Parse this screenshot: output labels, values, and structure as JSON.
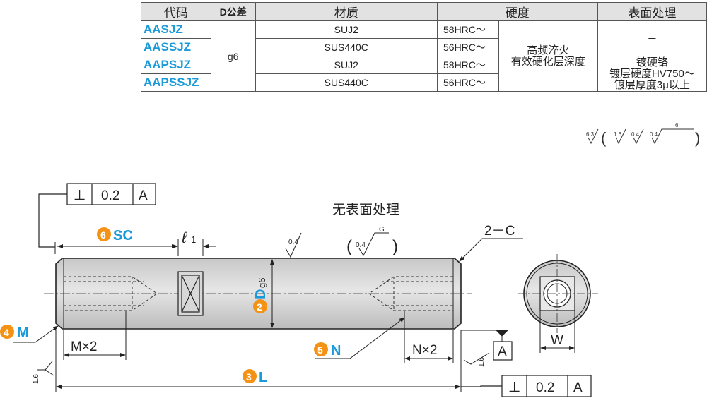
{
  "table": {
    "headers": [
      "代码",
      "D公差",
      "材质",
      "硬度",
      "表面处理"
    ],
    "rows": [
      {
        "code": "AASJZ",
        "material": "SUJ2",
        "hardness": "58HRC～"
      },
      {
        "code": "AASSJZ",
        "material": "SUS440C",
        "hardness": "56HRC～"
      },
      {
        "code": "AAPSJZ",
        "material": "SUJ2",
        "hardness": "58HRC～"
      },
      {
        "code": "AAPSSJZ",
        "material": "SUS440C",
        "hardness": "56HRC～"
      }
    ],
    "tolerance": "g6",
    "hardening_line1": "高频淬火",
    "hardening_line2": "有效硬化层深度",
    "surface_none": "－",
    "plating_line1": "镀硬铬",
    "plating_line2": "镀层硬度HV750～",
    "plating_line3": "镀层厚度3μ以上"
  },
  "roughness": {
    "main": "6.3",
    "paren_a": "1.6",
    "paren_b": "0.4",
    "paren_c": "0.4",
    "paren_c_note": "6",
    "open_paren": "(",
    "close_paren": ")"
  },
  "drawing": {
    "perp_symbol": "⊥",
    "perp_value": "0.2",
    "datum": "A",
    "no_surface_treatment": "无表面处理",
    "chamfer_note": "2－C",
    "roughness_top": "0.4",
    "roughness_paren_value": "0.4",
    "roughness_paren_note": "G",
    "roughness_left": "1.6",
    "roughness_right": "1.6",
    "sc_num": "6",
    "sc_label": "SC",
    "l1_label": "ℓ",
    "l1_sub": "1",
    "d_num": "2",
    "d_label": "D",
    "d_sub": "g6",
    "m_num": "4",
    "m_label": "M",
    "n_num": "5",
    "n_label": "N",
    "l_num": "3",
    "l_label": "L",
    "mx2": "M×2",
    "nx2": "N×2",
    "w_label": "W"
  },
  "colors": {
    "accent_blue": "#1a9ad8",
    "badge_orange": "#f39215",
    "header_gray": "#e2e2e2"
  }
}
